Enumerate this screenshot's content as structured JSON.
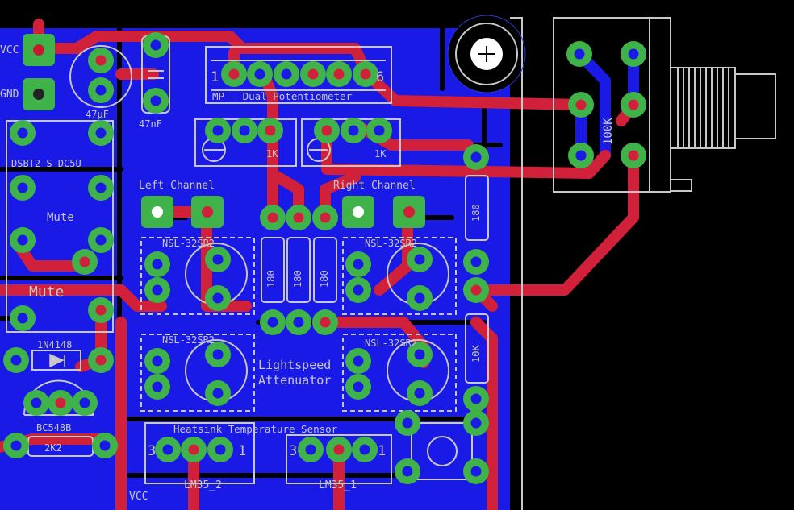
{
  "colors": {
    "background": "#000000",
    "bottom_copper": "#1a1ae6",
    "top_copper": "#d0203a",
    "pad": "#3fb24a",
    "silkscreen": "#c8c8c8"
  },
  "power": {
    "vcc": "VCC",
    "gnd": "GND",
    "vcc_bottom": "VCC"
  },
  "capacitors": {
    "c1": "47µF",
    "c2": "47nF"
  },
  "potentiometer": {
    "title": "MP - Dual Potentiometer",
    "pin_left": "1",
    "pin_right": "6",
    "left_value": "1K",
    "right_value": "1K"
  },
  "external_pot": {
    "value": "100K"
  },
  "relay": {
    "part": "DSBT2-S-DC5U",
    "top_label": "Mute",
    "bottom_label": "Mute"
  },
  "channels": {
    "left": "Left Channel",
    "right": "Right Channel"
  },
  "optocouplers": {
    "tl": "NSL-32SR2",
    "tr": "NSL-32SR2",
    "bl": "NSL-32SR2",
    "br": "NSL-32SR2"
  },
  "resistors": {
    "r_top_right": "180",
    "r_mid_1": "180",
    "r_mid_2": "180",
    "r_mid_3": "180",
    "r_right_low": "10K",
    "r_base": "2K2"
  },
  "diode": {
    "part": "1N4148"
  },
  "transistor": {
    "part": "BC548B"
  },
  "board_title": {
    "line1": "Lightspeed",
    "line2": "Attenuator"
  },
  "sensors": {
    "title": "Heatsink Temperature Sensor",
    "s1": {
      "name": "LM35_2",
      "pin_left": "3",
      "pin_right": "1"
    },
    "s2": {
      "name": "LM35_1",
      "pin_left": "3",
      "pin_right": "1"
    }
  }
}
